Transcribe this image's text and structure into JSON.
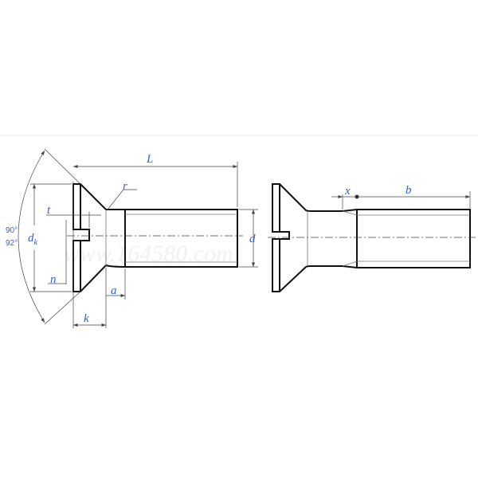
{
  "drawing": {
    "labels": {
      "L": "L",
      "r": "r",
      "t": "t",
      "d_main": "d",
      "d_sub": "k",
      "n": "n",
      "a": "a",
      "k": "k",
      "d": "d",
      "x": "x",
      "b": "b",
      "angle1": "90°",
      "angle2": "92°"
    },
    "watermark": "www.164580.com",
    "colors": {
      "label": "#3a5fc8",
      "line": "#111111"
    }
  }
}
